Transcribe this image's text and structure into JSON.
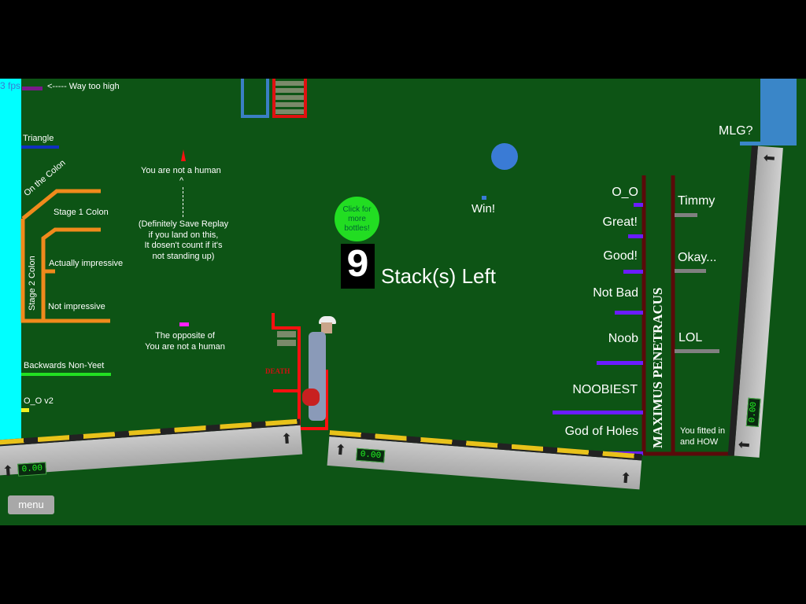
{
  "hud": {
    "fps": "3 fps",
    "menu_label": "menu"
  },
  "left_labels": {
    "way_too_high": "<----- Way too high",
    "triangle": "Triangle",
    "on_the_colon": "On the Colon",
    "stage1": "Stage 1 Colon",
    "stage2": "Stage 2 Colon",
    "actually_impressive": "Actually impressive",
    "not_impressive": "Not impressive",
    "backwards": "Backwards Non-Yeet",
    "oo_v2": "O_O v2"
  },
  "center_labels": {
    "not_human": "You are not a human",
    "caret": "^",
    "save_replay": "(Definitely Save Replay\nif you land on this,\nIt dosen't count if it's\nnot standing up)",
    "opposite": "The opposite of\nYou are not a human",
    "death": "DEATH",
    "win": "Win!",
    "bottles_button": "Click for more bottles!",
    "stack_digit": "9",
    "stacks_left": "Stack(s) Left"
  },
  "right_labels": {
    "mlg": "MLG?",
    "left_scale": [
      "O_O",
      "Great!",
      "Good!",
      "Not Bad",
      "Noob",
      "NOOBIEST",
      "God of Holes"
    ],
    "right_scale": [
      "Timmy",
      "Okay...",
      "LOL"
    ],
    "fitted": "You fitted in\nand HOW",
    "tower": "MAXIMUS PENETRACUS"
  },
  "timers": [
    "0.00",
    "0.00",
    "0.00"
  ],
  "colors": {
    "bg": "#0d5415",
    "cyan": "#00ffff",
    "orange": "#f08a1c",
    "purple": "#6a1cff",
    "grey": "#808080",
    "red": "#ff1010",
    "maroon": "#5a0a0a"
  }
}
